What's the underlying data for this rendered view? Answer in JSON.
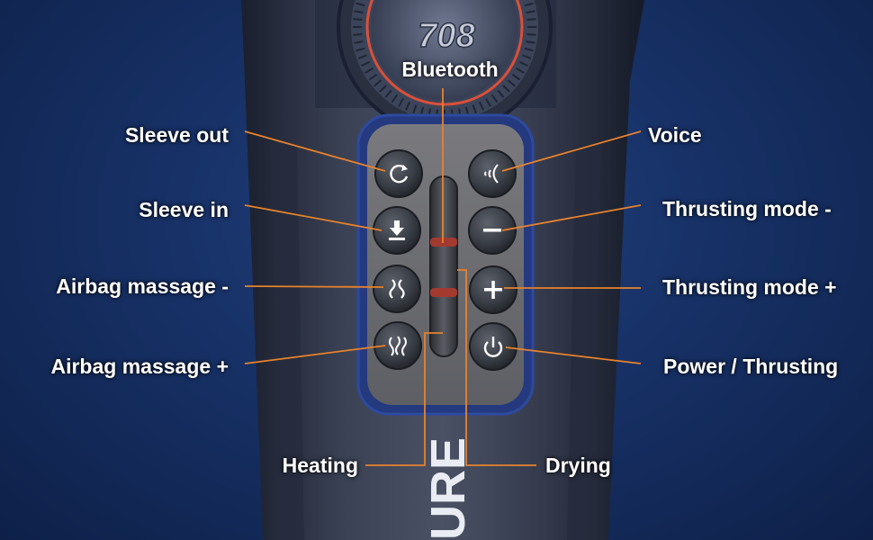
{
  "colors": {
    "background": "#173166",
    "leader_line": "#e8822c",
    "label": "#ffffff",
    "button_face": "#3b3f47",
    "panel": "#6e6e72",
    "accent_ring": "#d9503a",
    "trim": "#2a4592"
  },
  "device": {
    "screen_text": "708",
    "brand_text": "URE"
  },
  "labels": {
    "bluetooth": "Bluetooth",
    "sleeve_out": "Sleeve out",
    "sleeve_in": "Sleeve in",
    "airbag_minus": "Airbag massage -",
    "airbag_plus": "Airbag massage +",
    "voice": "Voice",
    "thrust_minus": "Thrusting mode -",
    "thrust_plus": "Thrusting mode +",
    "power": "Power / Thrusting",
    "heating": "Heating",
    "drying": "Drying"
  },
  "buttons": [
    {
      "id": "sleeve-out",
      "icon": "rotate-arrow-icon"
    },
    {
      "id": "sleeve-in",
      "icon": "download-arrow-icon"
    },
    {
      "id": "airbag-minus",
      "icon": "airbag-minus-icon"
    },
    {
      "id": "airbag-plus",
      "icon": "airbag-plus-icon"
    },
    {
      "id": "voice",
      "icon": "voice-wave-icon"
    },
    {
      "id": "thrust-minus",
      "icon": "minus-icon"
    },
    {
      "id": "thrust-plus",
      "icon": "plus-icon"
    },
    {
      "id": "power",
      "icon": "power-icon"
    }
  ]
}
